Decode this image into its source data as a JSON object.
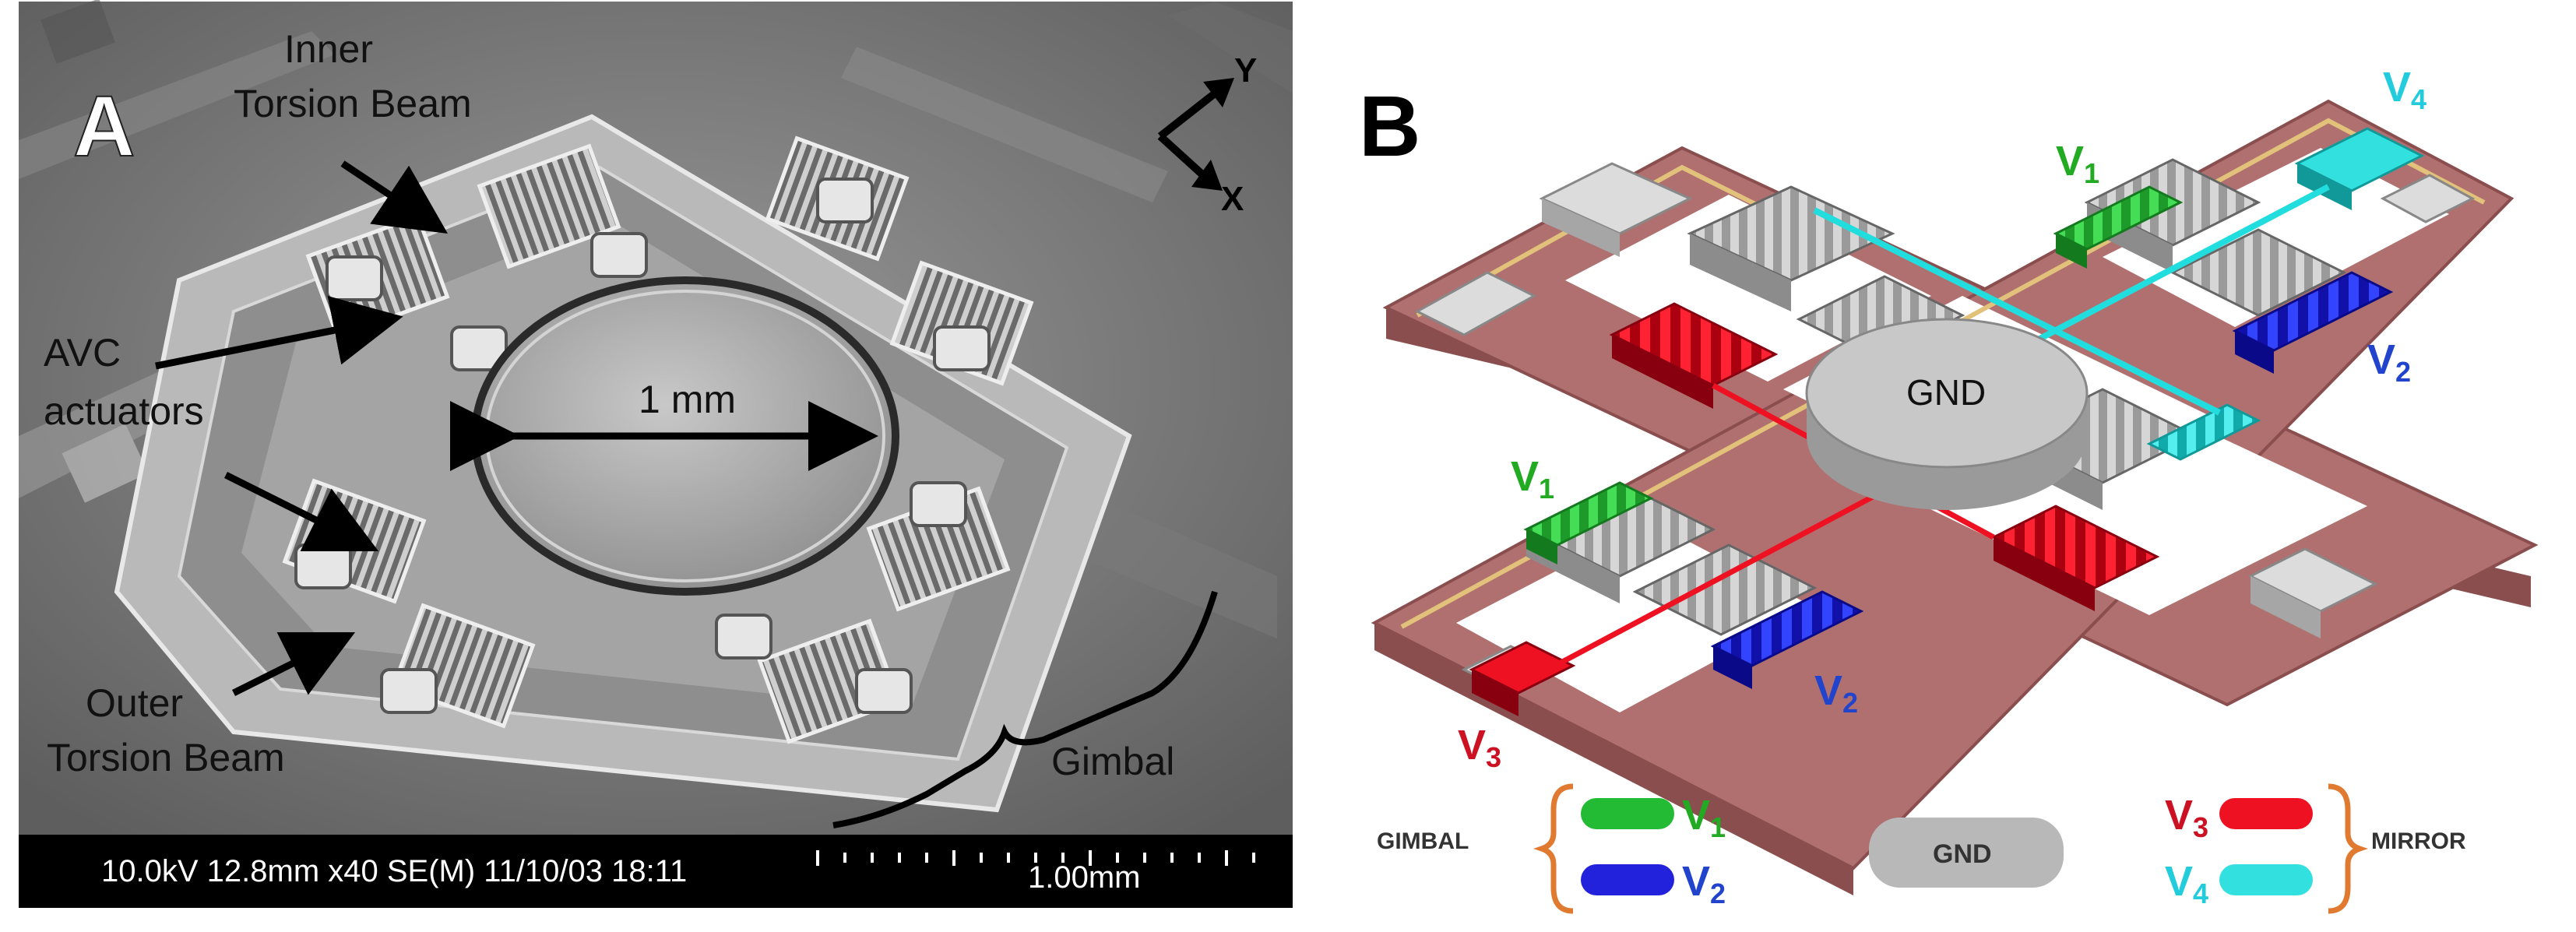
{
  "panel_a": {
    "letter": "A",
    "labels": {
      "inner_torsion_line1": "Inner",
      "inner_torsion_line2": "Torsion Beam",
      "avc_line1": "AVC",
      "avc_line2": "actuators",
      "outer_torsion_line1": "Outer",
      "outer_torsion_line2": "Torsion Beam",
      "gimbal": "Gimbal",
      "scale_1mm": "1 mm",
      "axis_y": "Y",
      "axis_x": "X"
    },
    "sem_bar": {
      "info": "10.0kV 12.8mm x40 SE(M) 11/10/03 18:11",
      "scale": "1.00mm"
    }
  },
  "panel_b": {
    "letter": "B",
    "gnd": "GND",
    "voltage_labels": {
      "v": "V",
      "sub1": "1",
      "sub2": "2",
      "sub3": "3",
      "sub4": "4"
    },
    "legend": {
      "gimbal": "GIMBAL",
      "mirror": "MIRROR",
      "gnd": "GND"
    },
    "colors": {
      "frame": "#b07070",
      "frame_edge": "#8a4e4e",
      "v1": "#22bb33",
      "v2": "#2222dd",
      "v3": "#ee1122",
      "v4": "#22dddd",
      "metal": "#a8a8a8",
      "gnd": "#c0c0c0",
      "v1_label": "#22aa22",
      "v2_label": "#2244cc",
      "v3_label": "#cc1122",
      "v4_label": "#22ccdd",
      "brace": "#e07a30"
    }
  }
}
